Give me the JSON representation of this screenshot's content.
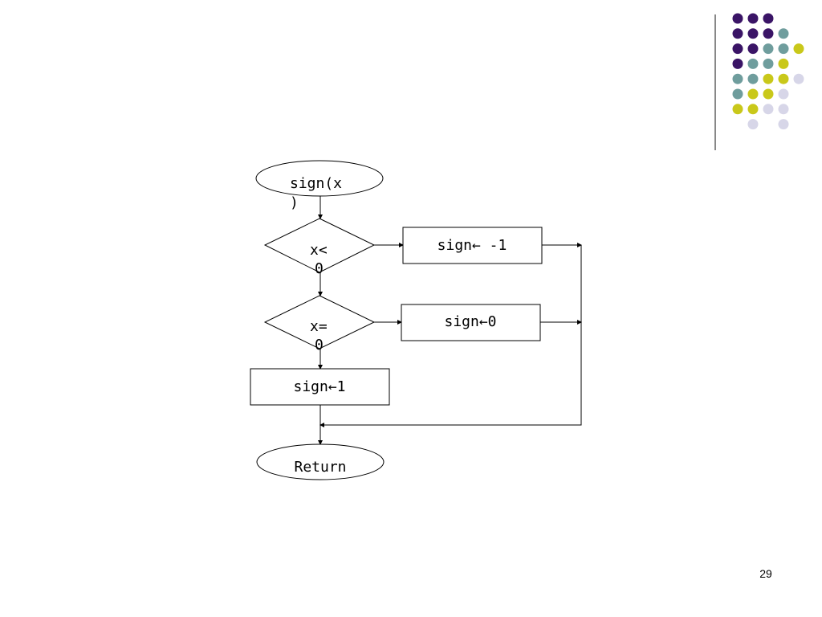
{
  "page_number": "29",
  "decoration": {
    "colors": {
      "purple": "#3a1466",
      "teal": "#6f9d9d",
      "yellow": "#c9c81a",
      "lavender": "#d7d6e8",
      "divider": "#3a3a3a"
    }
  },
  "flowchart": {
    "start": {
      "line1": "sign(x",
      "line2": ")"
    },
    "cond_neg": {
      "line1": "x<",
      "line2": "0"
    },
    "cond_zero": {
      "line1": "x=",
      "line2": "0"
    },
    "assign_neg": "sign← -1",
    "assign_zero": "sign←0",
    "assign_pos": "sign←1",
    "end": "Return"
  }
}
